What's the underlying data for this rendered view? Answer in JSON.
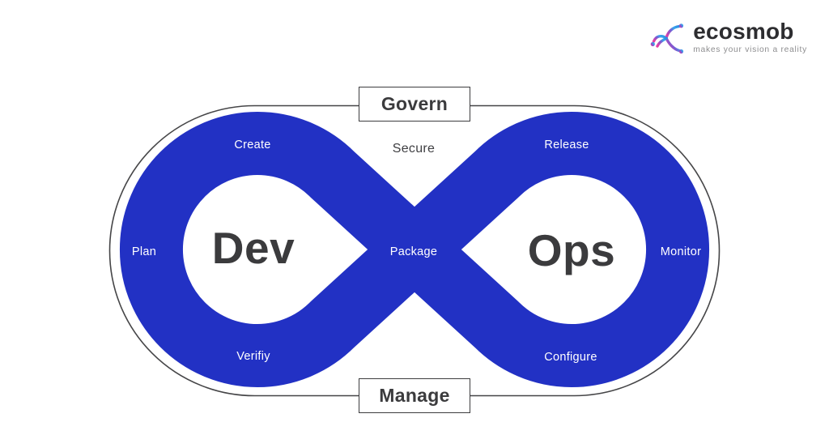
{
  "header": {
    "logo": {
      "brand": "ecosmob",
      "tagline": "makes your vision a reality"
    }
  },
  "diagram": {
    "type": "devops-infinity-loop",
    "outer_labels": {
      "top": "Govern",
      "bottom": "Manage"
    },
    "dev_side": {
      "title": "Dev",
      "stages": {
        "plan": "Plan",
        "create": "Create",
        "verify": "Verifiy"
      }
    },
    "ops_side": {
      "title": "Ops",
      "stages": {
        "release": "Release",
        "monitor": "Monitor",
        "configure": "Configure"
      }
    },
    "shared": {
      "secure": "Secure",
      "package": "Package"
    },
    "colors": {
      "loop_blue": "#2231C4",
      "outline_dark": "#454547",
      "title_text": "#3B3B3D",
      "stage_text_white": "#FFFFFF"
    }
  }
}
